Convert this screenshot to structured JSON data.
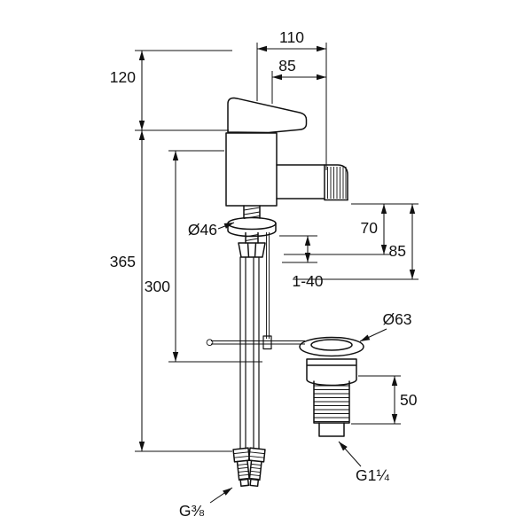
{
  "drawing": {
    "ink_color": "#111111",
    "background_color": "#ffffff"
  },
  "dims": {
    "d110": "110",
    "d85_top": "85",
    "d120": "120",
    "d365": "365",
    "d300": "300",
    "d46": "Ø46",
    "d70": "70",
    "d85_right": "85",
    "d1_40": "1-40",
    "d63": "Ø63",
    "d50": "50",
    "g114": "G1¼",
    "g38": "G⅜"
  }
}
